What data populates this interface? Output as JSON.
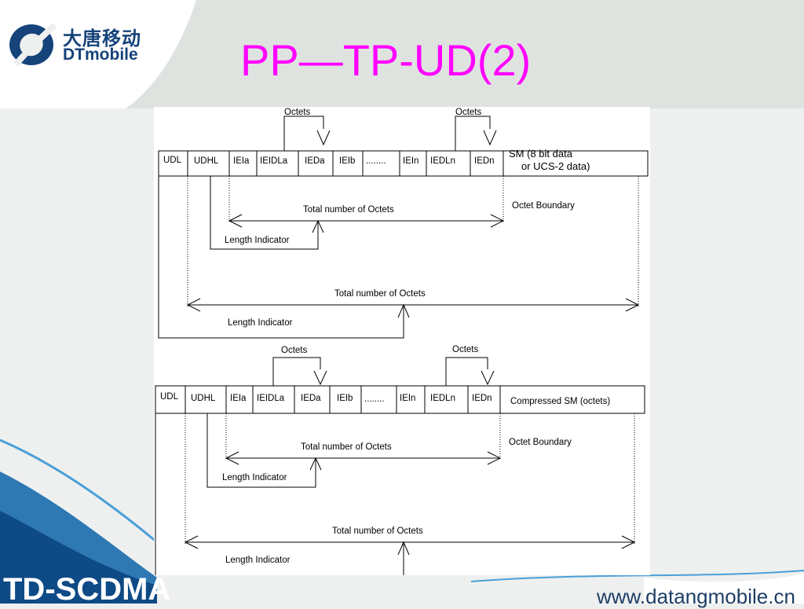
{
  "header": {
    "logo_cn": "大唐移动",
    "logo_en_a": "DT",
    "logo_en_b": "mobile",
    "title": "PP—TP-UD(2)"
  },
  "footer": {
    "brand": "TD-SCDMA",
    "url": "www.datangmobile.cn"
  },
  "diagram_top": {
    "fields": [
      "UDL",
      "UDHL",
      "IEIa",
      "IEIDLa",
      "IEDa",
      "IEIb",
      "........",
      "IEIn",
      "IEDLn",
      "IEDn"
    ],
    "sm_line1": "SM (8 bit data",
    "sm_line2": "or UCS-2 data)",
    "octets_left": "Octets",
    "octets_right": "Octets",
    "inner_total": "Total number of Octets",
    "octet_boundary": "Octet Boundary",
    "inner_length": "Length Indicator",
    "outer_total": "Total number of Octets",
    "outer_length": "Length Indicator"
  },
  "diagram_bottom": {
    "fields": [
      "UDL",
      "UDHL",
      "IEIa",
      "IEIDLa",
      "IEDa",
      "IEIb",
      "........",
      "IEIn",
      "IEDLn",
      "IEDn"
    ],
    "sm_label": "Compressed SM (octets)",
    "octets_left": "Octets",
    "octets_right": "Octets",
    "inner_total": "Total number of Octets",
    "octet_boundary": "Octet Boundary",
    "inner_length": "Length Indicator",
    "outer_total": "Total number of Octets",
    "outer_length": "Length Indicator"
  },
  "colors": {
    "title": "#ff00ff",
    "brand_blue": "#15437a",
    "footer_blue": "#0e4a86"
  }
}
